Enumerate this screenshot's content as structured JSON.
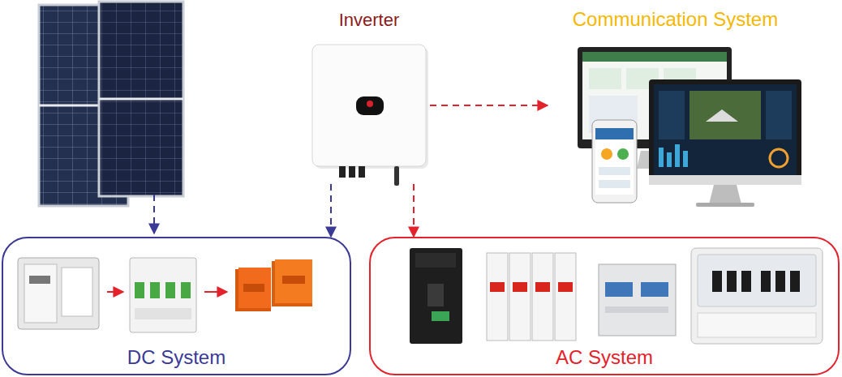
{
  "diagram": {
    "nodes": [
      {
        "text": [
          "Inverter"
        ]
      },
      {
        "text": [
          "Communication System"
        ]
      },
      {
        "text": [
          "DC System"
        ]
      },
      {
        "text": [
          "AC System"
        ]
      }
    ],
    "edges": [
      {
        "from": 0,
        "to": 1,
        "arrow": "to"
      },
      {
        "from": 0,
        "to": 2,
        "arrow": "to"
      },
      {
        "from": 0,
        "to": 3,
        "arrow": "to"
      }
    ]
  }
}
